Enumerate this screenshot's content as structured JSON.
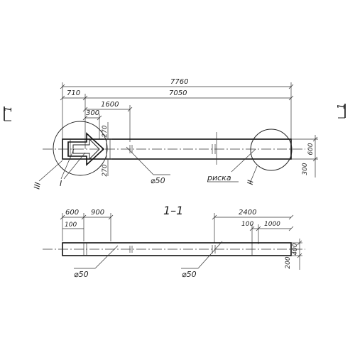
{
  "section_marks": {
    "left": "1",
    "right": "1",
    "view_title": "1–1"
  },
  "plan": {
    "overall_dim": "7760",
    "dim_710": "710",
    "dim_7050": "7050",
    "dim_1600": "1600",
    "dim_300": "300",
    "dim_270_top": "270",
    "dim_270_bottom": "270",
    "width_600": "600",
    "offset_300": "300",
    "hole_label": "⌀50",
    "node_III": "III",
    "node_I": "I",
    "node_II": "II",
    "notch_label": "риска"
  },
  "section": {
    "dim_600": "600",
    "dim_900": "900",
    "dim_100_left": "100",
    "dim_2400": "2400",
    "dim_100_right": "100",
    "dim_1000": "1000",
    "height_400": "400",
    "offset_200": "200",
    "hole_left": "⌀50",
    "hole_right": "⌀50"
  }
}
